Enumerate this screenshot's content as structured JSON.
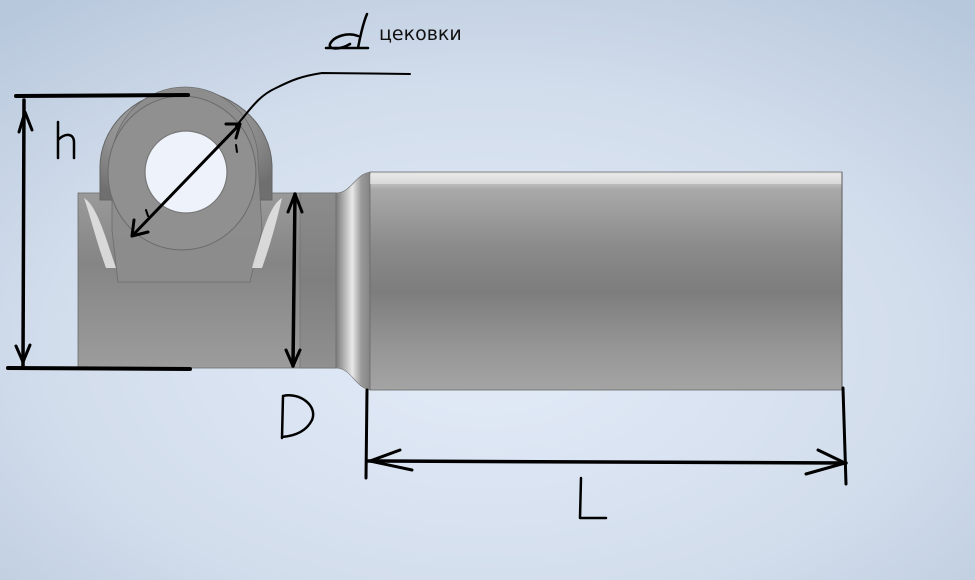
{
  "diagram": {
    "annotation_text": "цековки",
    "labels": {
      "height": "h",
      "diameter": "D",
      "length": "L"
    }
  },
  "colors": {
    "background_top": "#b9c9dd",
    "background_center": "#dfe8f6",
    "steel_light": "#dcdcdc",
    "steel_mid": "#a8a8a8",
    "steel_dark": "#6e6e6e",
    "ink": "#000000"
  }
}
